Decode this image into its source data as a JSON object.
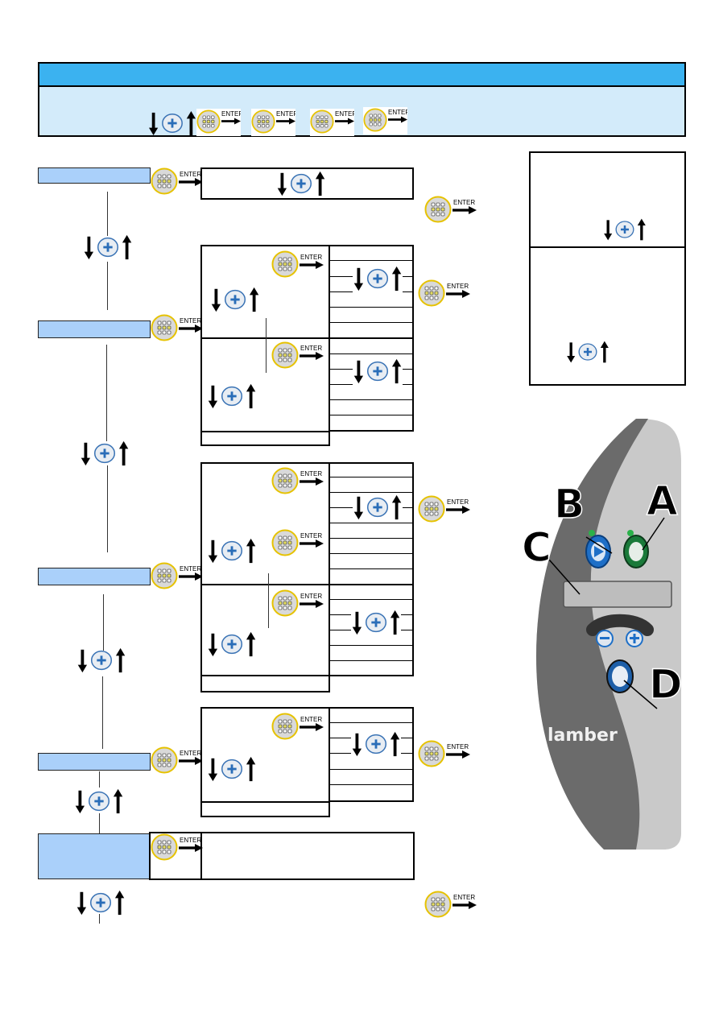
{
  "enter_label": "ENTER",
  "panel": {
    "letters": {
      "a": "A",
      "b": "B",
      "c": "C",
      "d": "D"
    },
    "brand": "lamber",
    "colors": {
      "panel_dark": "#6b6b6b",
      "panel_light": "#c9c9c9",
      "button_blue": "#1e6fc7",
      "button_green": "#1a7a3a"
    }
  },
  "colors": {
    "header_blue": "#3bb2f0",
    "menu_blue": "#aad0fa",
    "subheader_blue": "#d3ebfa"
  },
  "icons": {
    "enter_key": "keypad-enter-icon",
    "up_down": "minus-plus-arrows-icon"
  }
}
